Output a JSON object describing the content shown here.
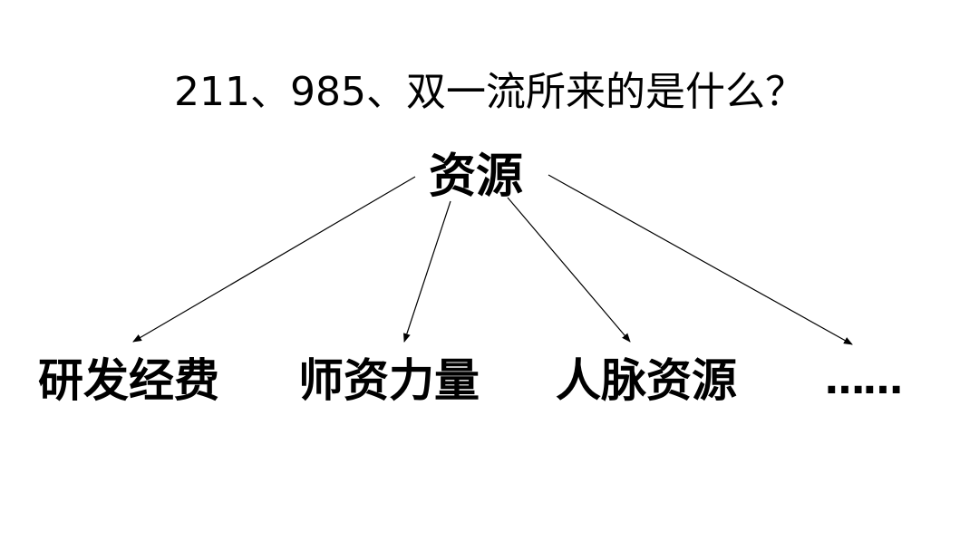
{
  "title": "211、985、双一流所来的是什么？",
  "root": "资源",
  "children": [
    "研发经费",
    "师资力量",
    "人脉资源",
    "……"
  ],
  "colors": {
    "background": "#ffffff",
    "text": "#000000",
    "arrow": "#000000"
  }
}
